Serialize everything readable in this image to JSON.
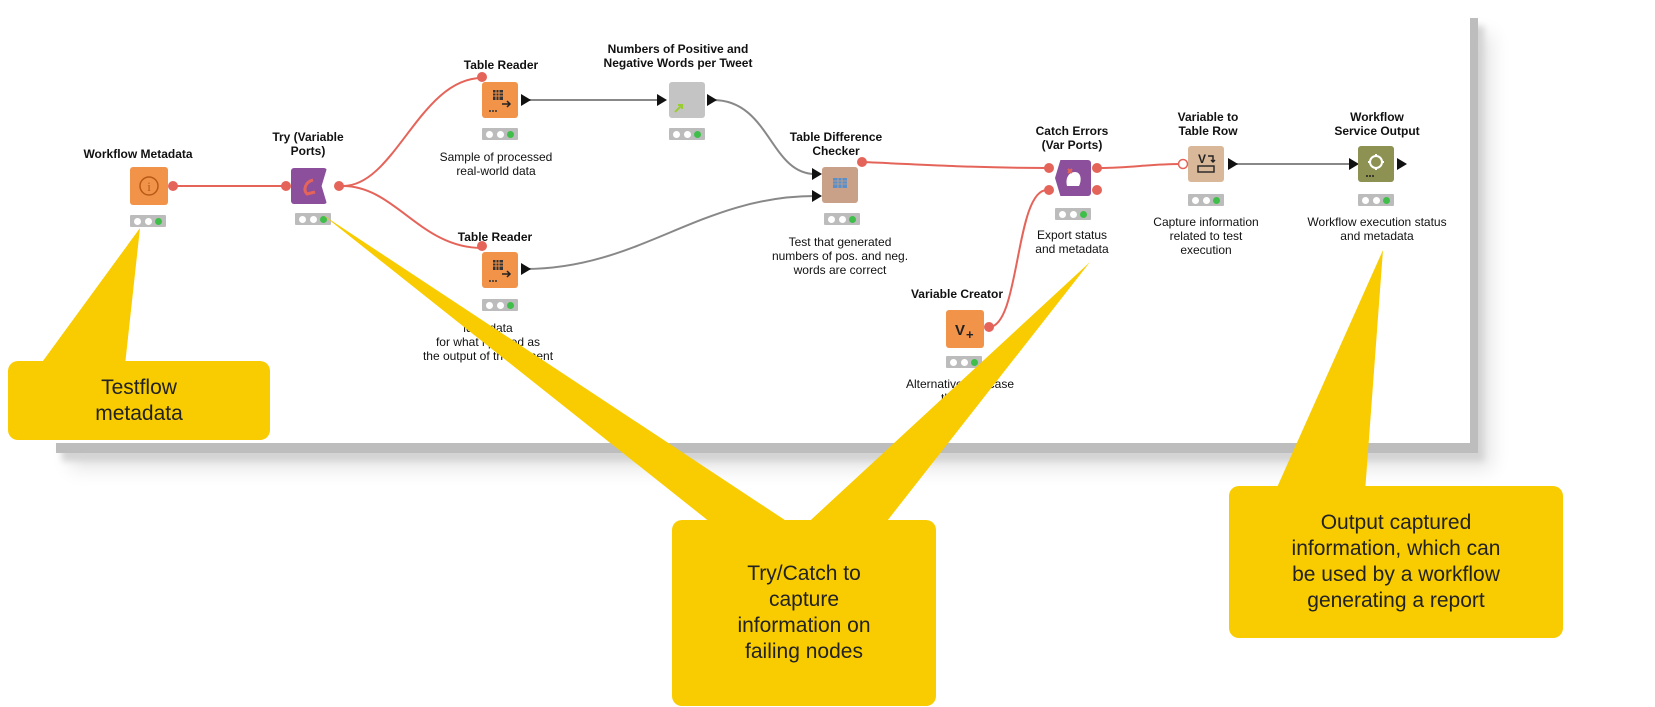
{
  "workflow": {
    "nodes": {
      "workflow_metadata": {
        "label": "Workflow Metadata",
        "annotation": "",
        "color": "#f2934a"
      },
      "try": {
        "label": "Try (Variable\nPorts)",
        "annotation": "",
        "color": "#8b4f9b"
      },
      "table_reader_1": {
        "label": "Table Reader",
        "annotation": "Sample of processed\nreal-world data",
        "color": "#f2934a"
      },
      "table_reader_2": {
        "label": "Table Reader",
        "annotation": "lden data\nfor what i    pected as\nthe output of th      mponent",
        "color": "#f2934a"
      },
      "numbers": {
        "label": "Numbers of Positive and\nNegative Words per Tweet",
        "annotation": "",
        "color": "#c4c4c4"
      },
      "diff_checker": {
        "label": "Table Difference\nChecker",
        "annotation": "Test that generated\nnumbers of pos. and neg.\nwords are correct",
        "color": "#c9a088"
      },
      "catch_errors": {
        "label": "Catch Errors\n(Var Ports)",
        "annotation": "Export status\nand metadata",
        "color": "#8b4f9b"
      },
      "variable_creator": {
        "label": "Variable Creator",
        "annotation": "Alternative in     n case\nthe        ails",
        "color": "#f2934a"
      },
      "var_to_row": {
        "label": "Variable to\nTable Row",
        "annotation": "Capture information\nrelated to test\nexecution",
        "color": "#d9b89a"
      },
      "service_output": {
        "label": "Workflow\nService Output",
        "annotation": "Workflow execution status\nand metadata",
        "color": "#8d9152"
      }
    },
    "colors": {
      "variable_connection": "#e5645a",
      "data_connection": "#888888",
      "status_green": "#3fbf4a",
      "callout": "#f8cc00"
    }
  },
  "callouts": {
    "testflow": "Testflow\nmetadata",
    "try_catch": "Try/Catch to\ncapture\ninformation on\nfailing nodes",
    "output": "Output captured\ninformation, which can\nbe used by a workflow\ngenerating a report"
  }
}
